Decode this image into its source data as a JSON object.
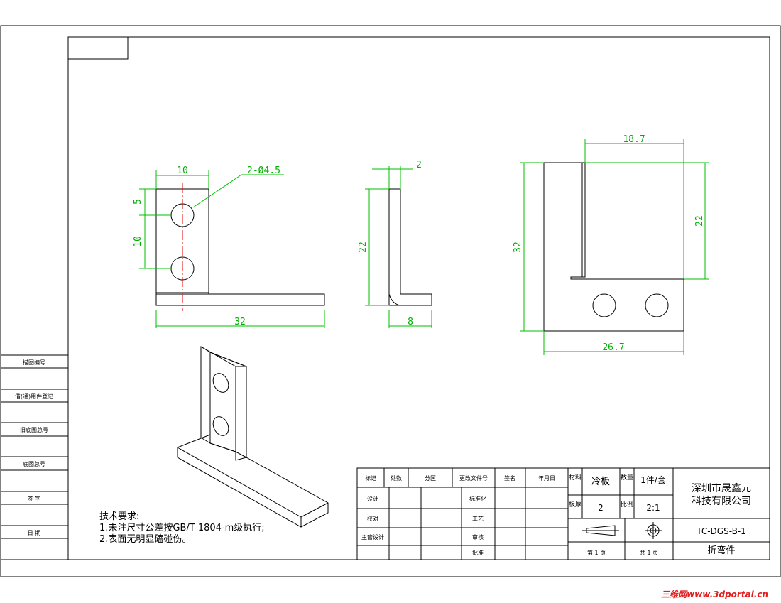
{
  "dims": {
    "front_width": "10",
    "hole_spec": "2-Ø4.5",
    "front_top_offset": "5",
    "front_hole_pitch": "10",
    "front_total_length": "32",
    "side_thickness": "2",
    "side_height": "22",
    "side_base": "8",
    "plan_top_width": "18.7",
    "plan_total_height": "32",
    "plan_right_height": "22",
    "plan_bottom_width": "26.7"
  },
  "left_strip": [
    "借(通)用件登记",
    "旧底图总号",
    "底图总号",
    "签  字",
    "日  期"
  ],
  "left_strip_top": "描图编号",
  "notes": {
    "heading": "技术要求:",
    "line1": "1.未注尺寸公差按GB/T 1804-m级执行;",
    "line2": "2.表面无明显磕碰伤。"
  },
  "title_block": {
    "headers": [
      "标记",
      "处数",
      "分区",
      "更改文件号",
      "签名",
      "年月日"
    ],
    "rows": [
      "设计",
      "校对",
      "主管设计"
    ],
    "mid_labels": [
      "标准化",
      "工艺",
      "审核",
      "批准"
    ],
    "material_label": "材料",
    "material": "冷板",
    "qty_label": "数量",
    "qty": "1件/套",
    "thickness_label": "板厚",
    "thickness": "2",
    "scale_label": "比例",
    "scale": "2:1",
    "company": "深圳市晟鑫元",
    "company2": "科技有限公司",
    "drawing_no": "TC-DGS-B-1",
    "part_name": "折弯件",
    "sheet_no_label": "第  1  页",
    "sheet_total_label": "共  1  页"
  },
  "watermark": "三维网www.3dportal.cn"
}
